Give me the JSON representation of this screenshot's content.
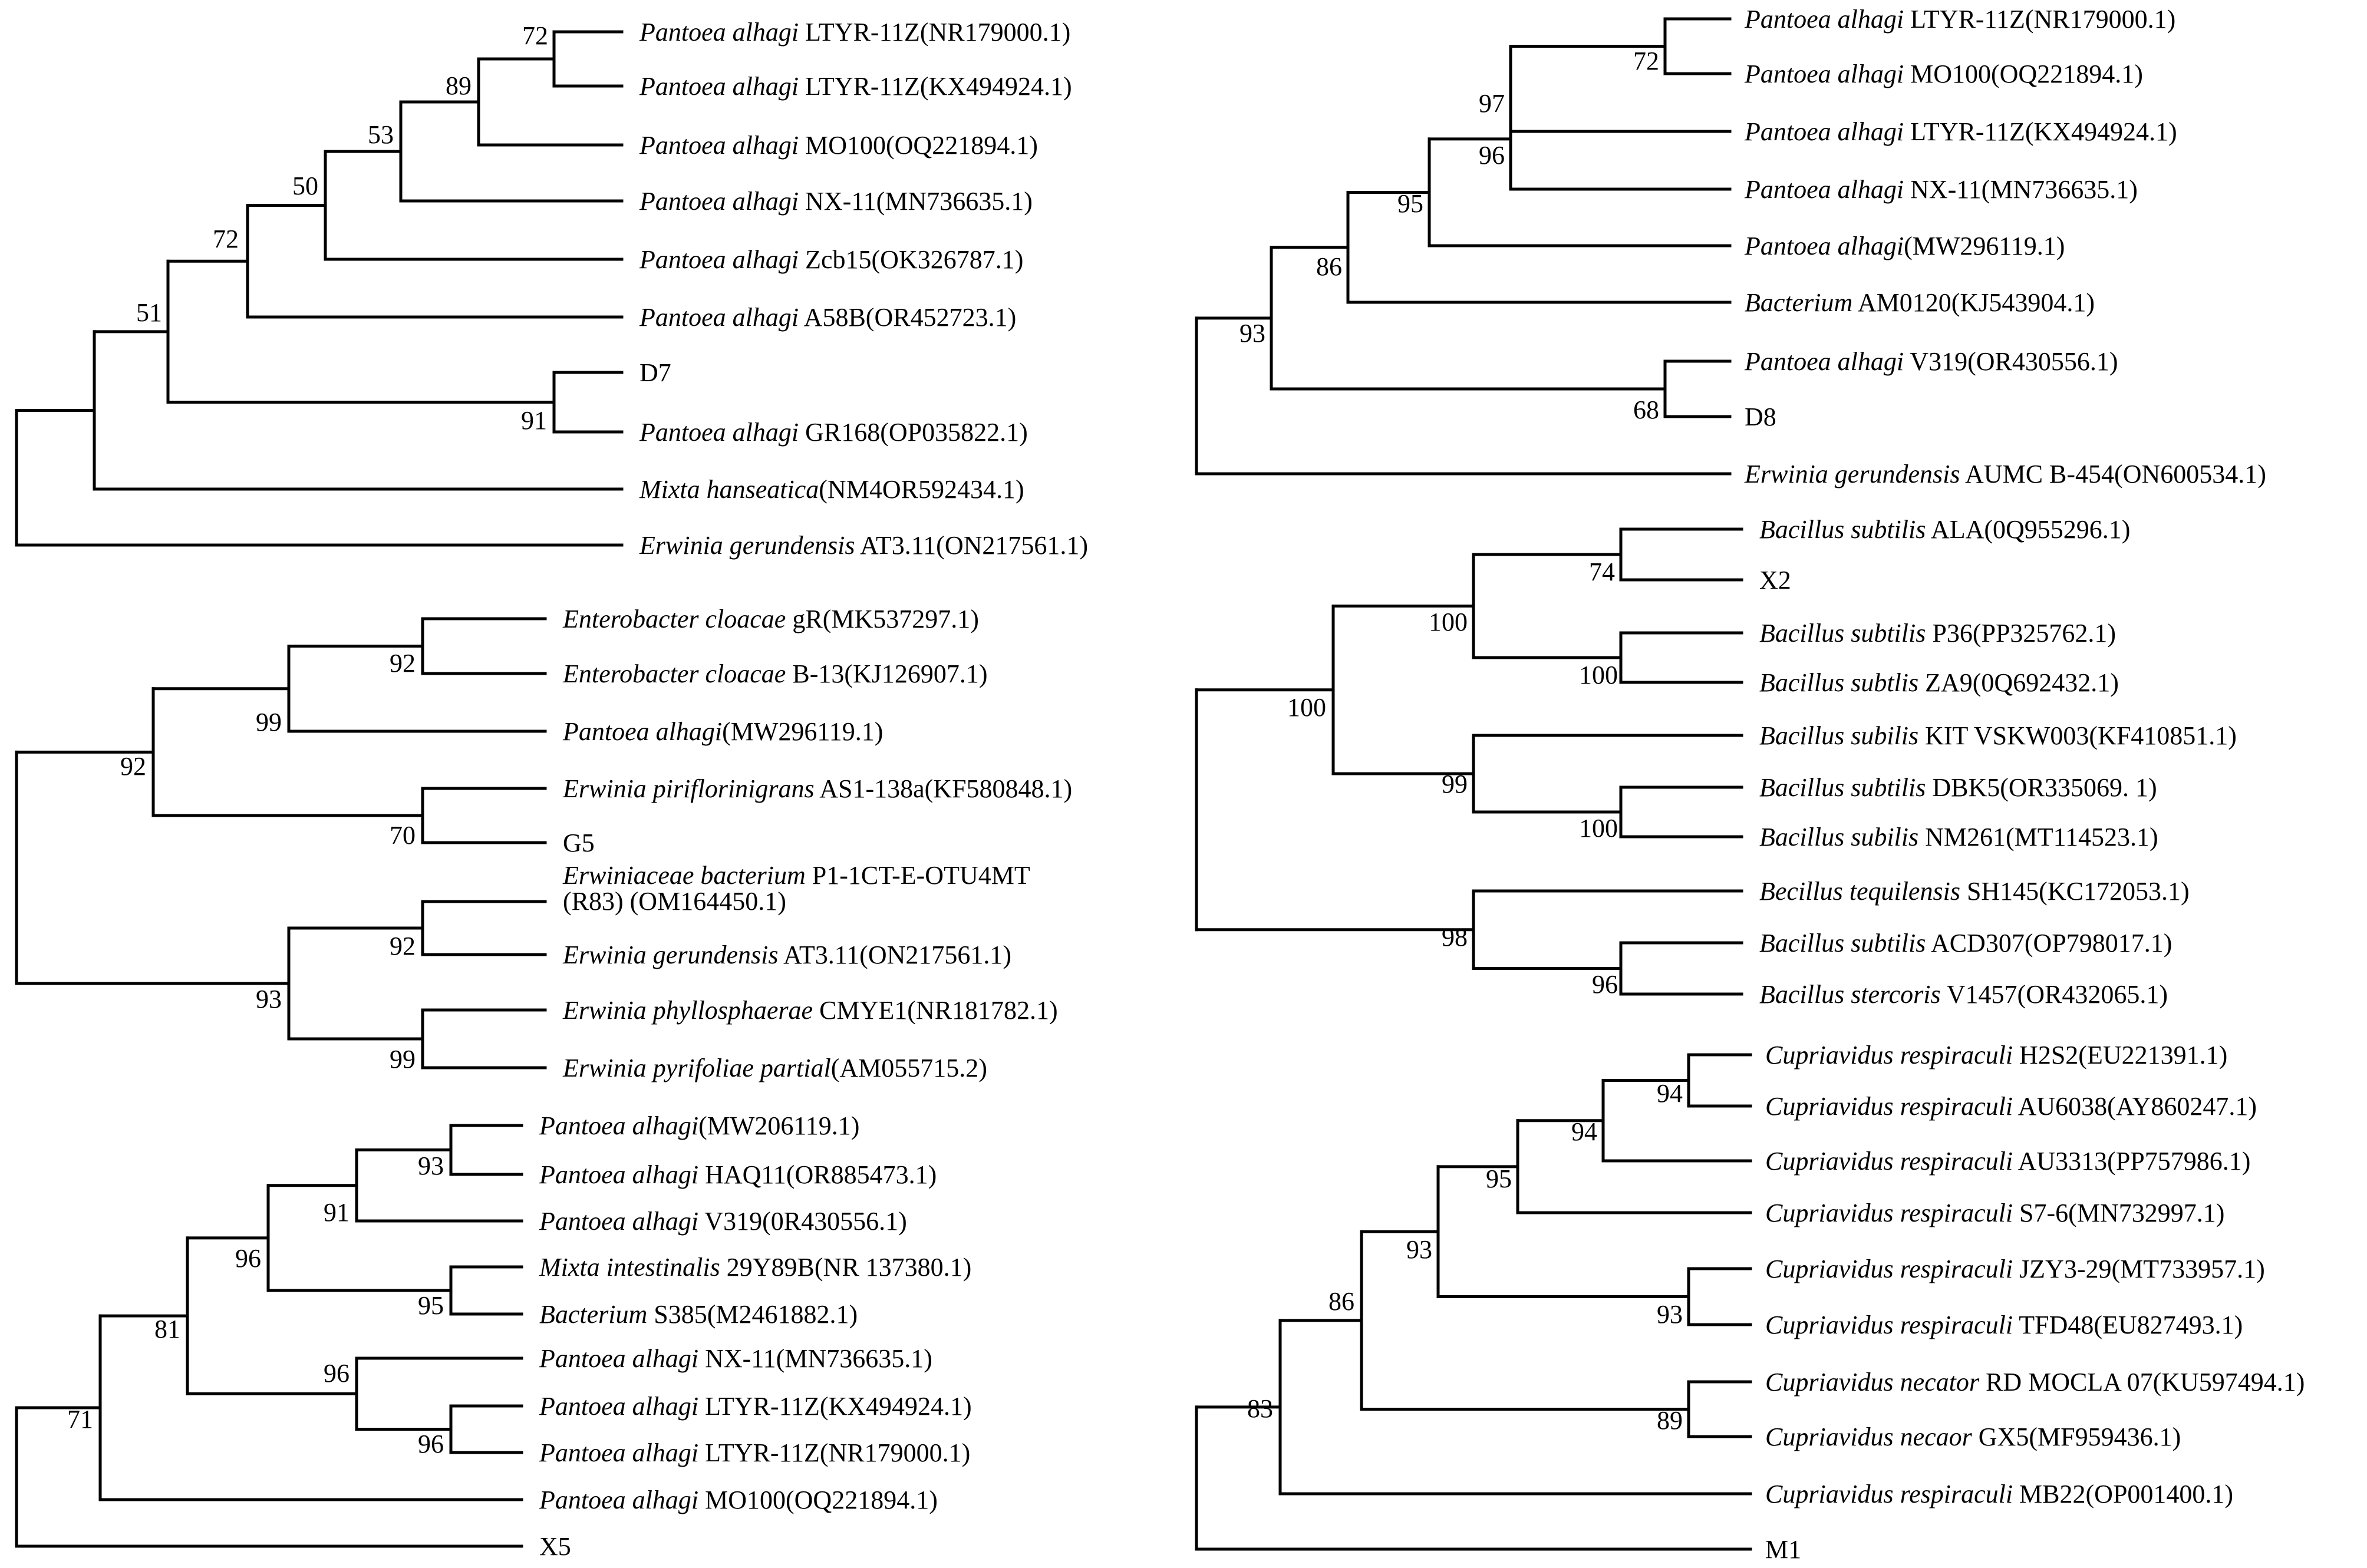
{
  "trees": [
    {
      "id": "tree-1",
      "leaves": [
        {
          "sp": "Pantoea alhagi",
          "rest": " LTYR-11Z(NR179000.1)"
        },
        {
          "sp": "Pantoea alhagi",
          "rest": " LTYR-11Z(KX494924.1)"
        },
        {
          "sp": "Pantoea alhagi",
          "rest": " MO100(OQ221894.1)"
        },
        {
          "sp": "Pantoea alhagi",
          "rest": " NX-11(MN736635.1)"
        },
        {
          "sp": "Pantoea alhagi",
          "rest": " Zcb15(OK326787.1)"
        },
        {
          "sp": "Pantoea alhagi",
          "rest": " A58B(OR452723.1)"
        },
        {
          "sp": "",
          "rest": "D7"
        },
        {
          "sp": "Pantoea alhagi",
          "rest": " GR168(OP035822.1)"
        },
        {
          "sp": "Mixta hanseatica",
          "rest": "(NM4OR592434.1)"
        },
        {
          "sp": "Erwinia gerundensis",
          "rest": " AT3.11(ON217561.1)"
        }
      ],
      "support": [
        "72",
        "89",
        "53",
        "50",
        "72",
        "91",
        "51"
      ]
    },
    {
      "id": "tree-2",
      "leaves": [
        {
          "sp": "Enterobacter cloacae",
          "rest": " gR(MK537297.1)"
        },
        {
          "sp": "Enterobacter cloacae",
          "rest": " B-13(KJ126907.1)"
        },
        {
          "sp": "Pantoea alhagi",
          "rest": "(MW296119.1)"
        },
        {
          "sp": "Erwinia piriflorinigrans",
          "rest": " AS1-138a(KF580848.1)"
        },
        {
          "sp": "",
          "rest": "G5"
        },
        {
          "sp": "Erwiniaceae bacterium",
          "rest": " P1-1CT-E-OTU4MT",
          "line2": "(R83) (OM164450.1)"
        },
        {
          "sp": "Erwinia gerundensis",
          "rest": " AT3.11(ON217561.1)"
        },
        {
          "sp": "Erwinia phyllosphaerae",
          "rest": " CMYE1(NR181782.1)"
        },
        {
          "sp": "Erwinia pyrifoliae partial",
          "rest": "(AM055715.2)"
        }
      ],
      "support": [
        "92",
        "99",
        "70",
        "92",
        "99",
        "93",
        "92"
      ]
    },
    {
      "id": "tree-3",
      "leaves": [
        {
          "sp": "Pantoea alhagi",
          "rest": "(MW206119.1)"
        },
        {
          "sp": "Pantoea alhagi",
          "rest": " HAQ11(OR885473.1)"
        },
        {
          "sp": "Pantoea alhagi",
          "rest": " V319(0R430556.1)"
        },
        {
          "sp": "Mixta intestinalis",
          "rest": " 29Y89B(NR 137380.1)"
        },
        {
          "sp": "Bacterium",
          "rest": " S385(M2461882.1)"
        },
        {
          "sp": "Pantoea alhagi",
          "rest": " NX-11(MN736635.1)"
        },
        {
          "sp": "Pantoea alhagi",
          "rest": " LTYR-11Z(KX494924.1)"
        },
        {
          "sp": "Pantoea alhagi",
          "rest": " LTYR-11Z(NR179000.1)"
        },
        {
          "sp": "Pantoea alhagi",
          "rest": " MO100(OQ221894.1)"
        },
        {
          "sp": "",
          "rest": "X5"
        }
      ],
      "support": [
        "93",
        "91",
        "95",
        "96",
        "96",
        "96",
        "81",
        "71"
      ]
    },
    {
      "id": "tree-4",
      "leaves": [
        {
          "sp": "Pantoea alhagi",
          "rest": " LTYR-11Z(NR179000.1)"
        },
        {
          "sp": "Pantoea alhagi",
          "rest": " MO100(OQ221894.1)"
        },
        {
          "sp": "Pantoea alhagi",
          "rest": " LTYR-11Z(KX494924.1)"
        },
        {
          "sp": "Pantoea alhagi",
          "rest": " NX-11(MN736635.1)"
        },
        {
          "sp": "Pantoea alhagi",
          "rest": "(MW296119.1)"
        },
        {
          "sp": "Bacterium",
          "rest": " AM0120(KJ543904.1)"
        },
        {
          "sp": "Pantoea alhagi",
          "rest": " V319(OR430556.1)"
        },
        {
          "sp": "",
          "rest": "D8"
        },
        {
          "sp": "Erwinia gerundensis",
          "rest": " AUMC B-454(ON600534.1)"
        }
      ],
      "support": [
        "72",
        "97",
        "96",
        "95",
        "86",
        "68",
        "93"
      ]
    },
    {
      "id": "tree-5",
      "leaves": [
        {
          "sp": "Bacillus subtilis",
          "rest": " ALA(0Q955296.1)"
        },
        {
          "sp": "",
          "rest": "X2"
        },
        {
          "sp": "Bacillus subtilis",
          "rest": " P36(PP325762.1)"
        },
        {
          "sp": "Bacillus subtlis",
          "rest": " ZA9(0Q692432.1)"
        },
        {
          "sp": "Bacillus subilis",
          "rest": " KIT VSKW003(KF410851.1)"
        },
        {
          "sp": "Bacillus subtilis",
          "rest": " DBK5(OR335069. 1)"
        },
        {
          "sp": "Bacillus subilis",
          "rest": " NM261(MT114523.1)"
        },
        {
          "sp": "Becillus tequilensis",
          "rest": " SH145(KC172053.1)"
        },
        {
          "sp": "Bacillus subtilis",
          "rest": " ACD307(OP798017.1)"
        },
        {
          "sp": "Bacillus stercoris",
          "rest": " V1457(OR432065.1)"
        }
      ],
      "support": [
        "74",
        "100",
        "100",
        "100",
        "99",
        "96",
        "98",
        "100"
      ]
    },
    {
      "id": "tree-6",
      "leaves": [
        {
          "sp": "Cupriavidus respiraculi",
          "rest": " H2S2(EU221391.1)"
        },
        {
          "sp": "Cupriavidus respiraculi",
          "rest": " AU6038(AY860247.1)"
        },
        {
          "sp": "Cupriavidus respiraculi",
          "rest": " AU3313(PP757986.1)"
        },
        {
          "sp": "Cupriavidus respiraculi",
          "rest": " S7-6(MN732997.1)"
        },
        {
          "sp": "Cupriavidus respiraculi",
          "rest": " JZY3-29(MT733957.1)"
        },
        {
          "sp": "Cupriavidus respiraculi",
          "rest": " TFD48(EU827493.1)"
        },
        {
          "sp": "Cupriavidus necator",
          "rest": " RD MOCLA 07(KU597494.1)"
        },
        {
          "sp": "Cupriavidus necaor",
          "rest": " GX5(MF959436.1)"
        },
        {
          "sp": "Cupriavidus respiraculi",
          "rest": " MB22(OP001400.1)"
        },
        {
          "sp": "",
          "rest": "M1"
        }
      ],
      "support": [
        "94",
        "94",
        "95",
        "93",
        "93",
        "89",
        "86",
        "83"
      ]
    }
  ]
}
